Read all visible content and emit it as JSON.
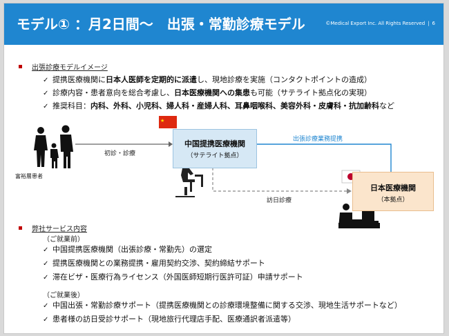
{
  "header": {
    "title": "モデル① ：月2日間〜　出張・常勤診療モデル",
    "copyright": "©Medical Export Inc. All Rights Reserved",
    "page_number": "6"
  },
  "model_section": {
    "title": "出張診療モデルイメージ",
    "items": [
      {
        "pre": "提携医療機関に",
        "bold": "日本人医師を定期的に派遣",
        "post": "し、現地診療を実施（コンタクトポイントの造成）"
      },
      {
        "pre": "診療内容・患者意向を総合考慮し、",
        "bold": "日本医療機関への集患",
        "post": "も可能（サテライト拠点化の実現）"
      },
      {
        "pre": "推奨科目：",
        "bold": "内科、外科、小児科、婦人科・産婦人科、耳鼻咽喉科、美容外科・皮膚科・抗加齢科",
        "post": "など"
      }
    ]
  },
  "diagram": {
    "patients_label": "富裕層患者",
    "initial_consult_label": "初診・診療",
    "china_box_title": "中国提携医療機関",
    "china_box_sub": "（サテライト拠点）",
    "partnership_label": "出張診療業務提携",
    "japan_box_title": "日本医療機関",
    "japan_box_sub": "（本拠点）",
    "visit_label": "訪日診療",
    "colors": {
      "china_flag": "#de2910",
      "japan_flag": "#bc002d",
      "link": "#1f86d0"
    }
  },
  "service_section": {
    "title": "弊社サービス内容",
    "before_label": "（ご就業前）",
    "before_items": [
      "中国提携医療機関（出張診療・常勤先）の選定",
      "提携医療機関との業務提携・雇用契約交渉、契約締結サポート",
      "滞在ビザ・医療行為ライセンス（外国医師短期行医許可証）申請サポート"
    ],
    "after_label": "（ご就業後）",
    "after_items": [
      "中国出張・常勤診療サポート（提携医療機関との診療環境整備に関する交渉、現地生活サポートなど）",
      "患者様の訪日受診サポート（現地旅行代理店手配、医療通訳者派遣等）"
    ]
  }
}
